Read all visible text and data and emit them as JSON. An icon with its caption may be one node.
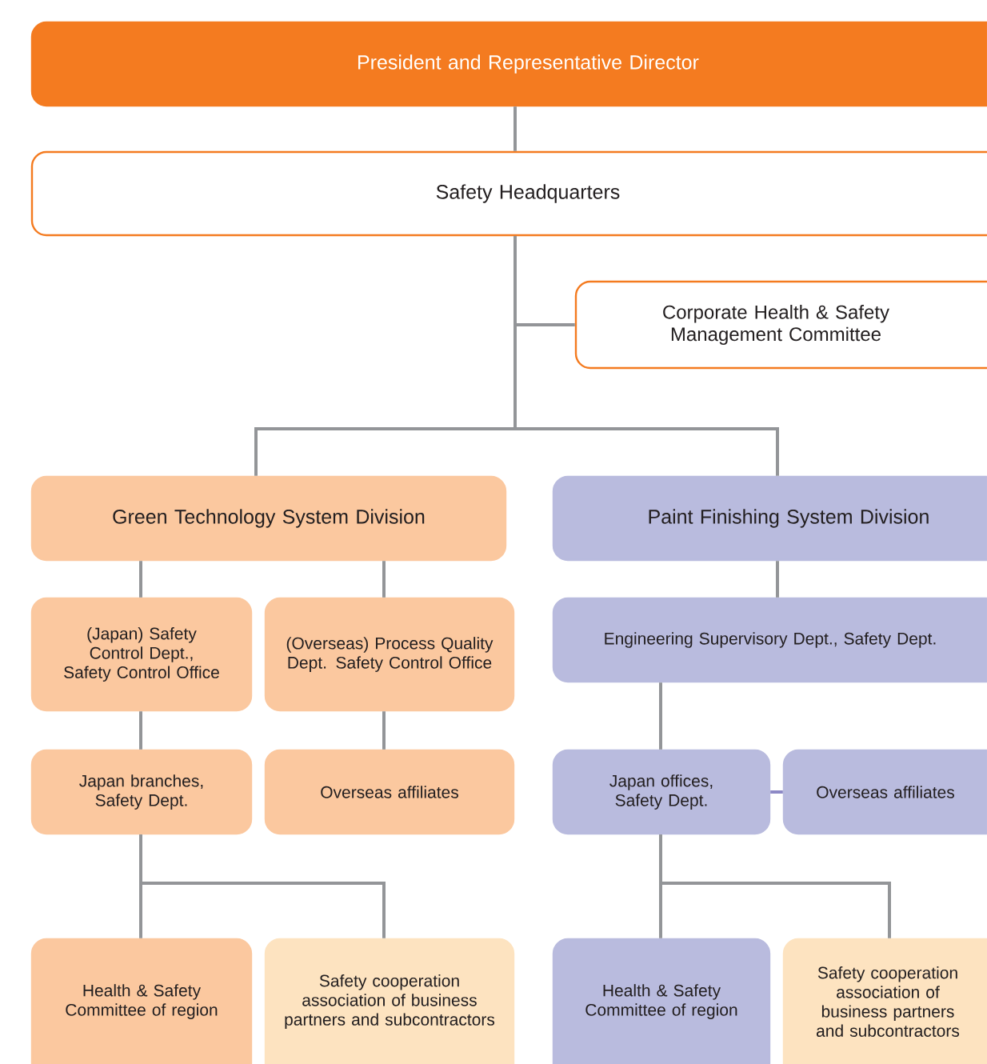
{
  "diagram": {
    "nodes": [
      {
        "text": [
          "President and Representative Director"
        ]
      },
      {
        "text": [
          "Safety Headquarters"
        ]
      },
      {
        "text": [
          "Corporate Health & Safety Management Committee"
        ]
      },
      {
        "text": [
          "Green Technology System Division"
        ]
      },
      {
        "text": [
          "Paint Finishing System Division"
        ]
      },
      {
        "text": [
          "(Japan) Safety Control Dept., Safety Control Office"
        ]
      },
      {
        "text": [
          "(Overseas) Process Quality Dept. Safety Control Office"
        ]
      },
      {
        "text": [
          "Engineering Supervisory Dept., Safety Dept."
        ]
      },
      {
        "text": [
          "Japan branches, Safety Dept."
        ]
      },
      {
        "text": [
          "Overseas affiliates"
        ]
      },
      {
        "text": [
          "Japan offices, Safety Dept."
        ]
      },
      {
        "text": [
          "Overseas affiliates"
        ]
      },
      {
        "text": [
          "Health & Safety Committee of region"
        ]
      },
      {
        "text": [
          "Safety cooperation association of business partners and subcontractors"
        ]
      },
      {
        "text": [
          "Health & Safety Committee of region"
        ]
      },
      {
        "text": [
          "Safety cooperation association of business partners and subcontractors"
        ]
      }
    ],
    "edges": [
      {
        "from": 0,
        "to": 1,
        "arrow": "none"
      },
      {
        "from": 1,
        "to": 2,
        "arrow": "none"
      },
      {
        "from": 1,
        "to": 3,
        "arrow": "none"
      },
      {
        "from": 1,
        "to": 4,
        "arrow": "none"
      },
      {
        "from": 3,
        "to": 5,
        "arrow": "none"
      },
      {
        "from": 3,
        "to": 6,
        "arrow": "none"
      },
      {
        "from": 4,
        "to": 7,
        "arrow": "none"
      },
      {
        "from": 5,
        "to": 8,
        "arrow": "none"
      },
      {
        "from": 6,
        "to": 9,
        "arrow": "none"
      },
      {
        "from": 7,
        "to": 10,
        "arrow": "none"
      },
      {
        "from": 10,
        "to": 11,
        "arrow": "none",
        "color": "#8d89c6"
      },
      {
        "from": 8,
        "to": 12,
        "arrow": "none"
      },
      {
        "from": 8,
        "to": 13,
        "arrow": "none"
      },
      {
        "from": 10,
        "to": 14,
        "arrow": "none"
      },
      {
        "from": 10,
        "to": 15,
        "arrow": "none"
      }
    ]
  }
}
